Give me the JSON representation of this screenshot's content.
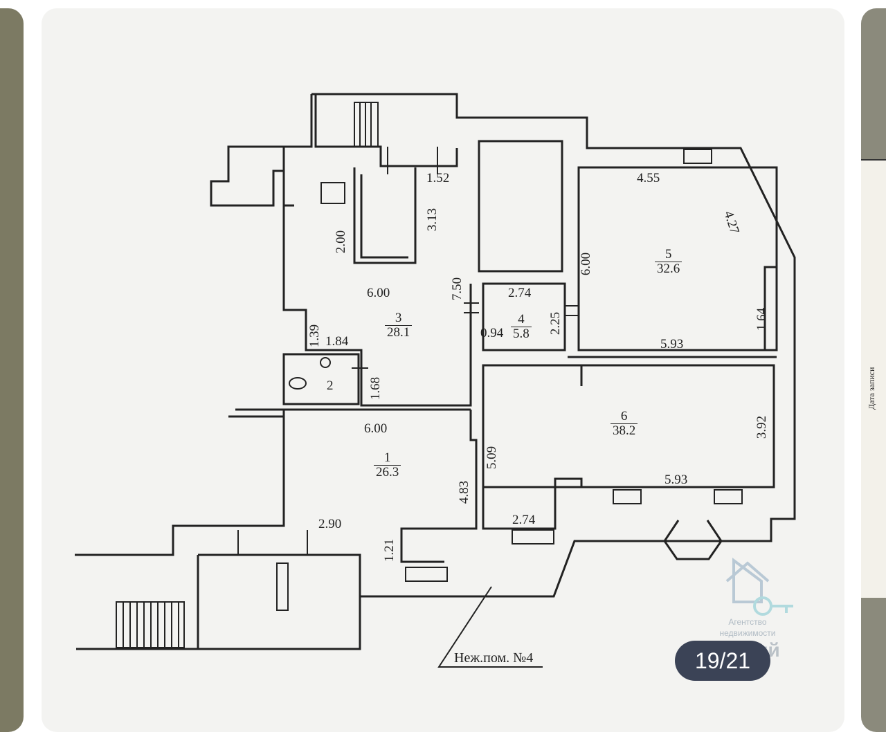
{
  "viewer": {
    "counter": "19/21",
    "side_doc_label": "Дата записи"
  },
  "watermark": {
    "line1": "Агентство",
    "line2": "недвижимости",
    "brand": "Меркурий"
  },
  "plan": {
    "caption": "Неж.пом. №4",
    "rooms": [
      {
        "id": "1",
        "number": "1",
        "area": "26.3"
      },
      {
        "id": "2",
        "number": "2"
      },
      {
        "id": "3",
        "number": "3",
        "area": "28.1"
      },
      {
        "id": "4",
        "number": "4",
        "area": "5.8"
      },
      {
        "id": "5",
        "number": "5",
        "area": "32.6"
      },
      {
        "id": "6",
        "number": "6",
        "area": "38.2"
      }
    ],
    "dimensions": {
      "d_1_52": "1.52",
      "d_3_13": "3.13",
      "d_2_00": "2.00",
      "d_4_55": "4.55",
      "d_4_27": "4.27",
      "d_6_00_v": "6.00",
      "d_7_50": "7.50",
      "d_6_00_r3": "6.00",
      "d_2_74_r4": "2.74",
      "d_2_25": "2.25",
      "d_0_94": "0.94",
      "d_1_64": "1.64",
      "d_5_93_top": "5.93",
      "d_1_39": "1.39",
      "d_1_84": "1.84",
      "d_1_68": "1.68",
      "d_6_00_r1": "6.00",
      "d_5_09": "5.09",
      "d_4_83": "4.83",
      "d_3_92": "3.92",
      "d_5_93_bot": "5.93",
      "d_2_74_bot": "2.74",
      "d_2_90": "2.90",
      "d_1_21": "1.21"
    }
  }
}
